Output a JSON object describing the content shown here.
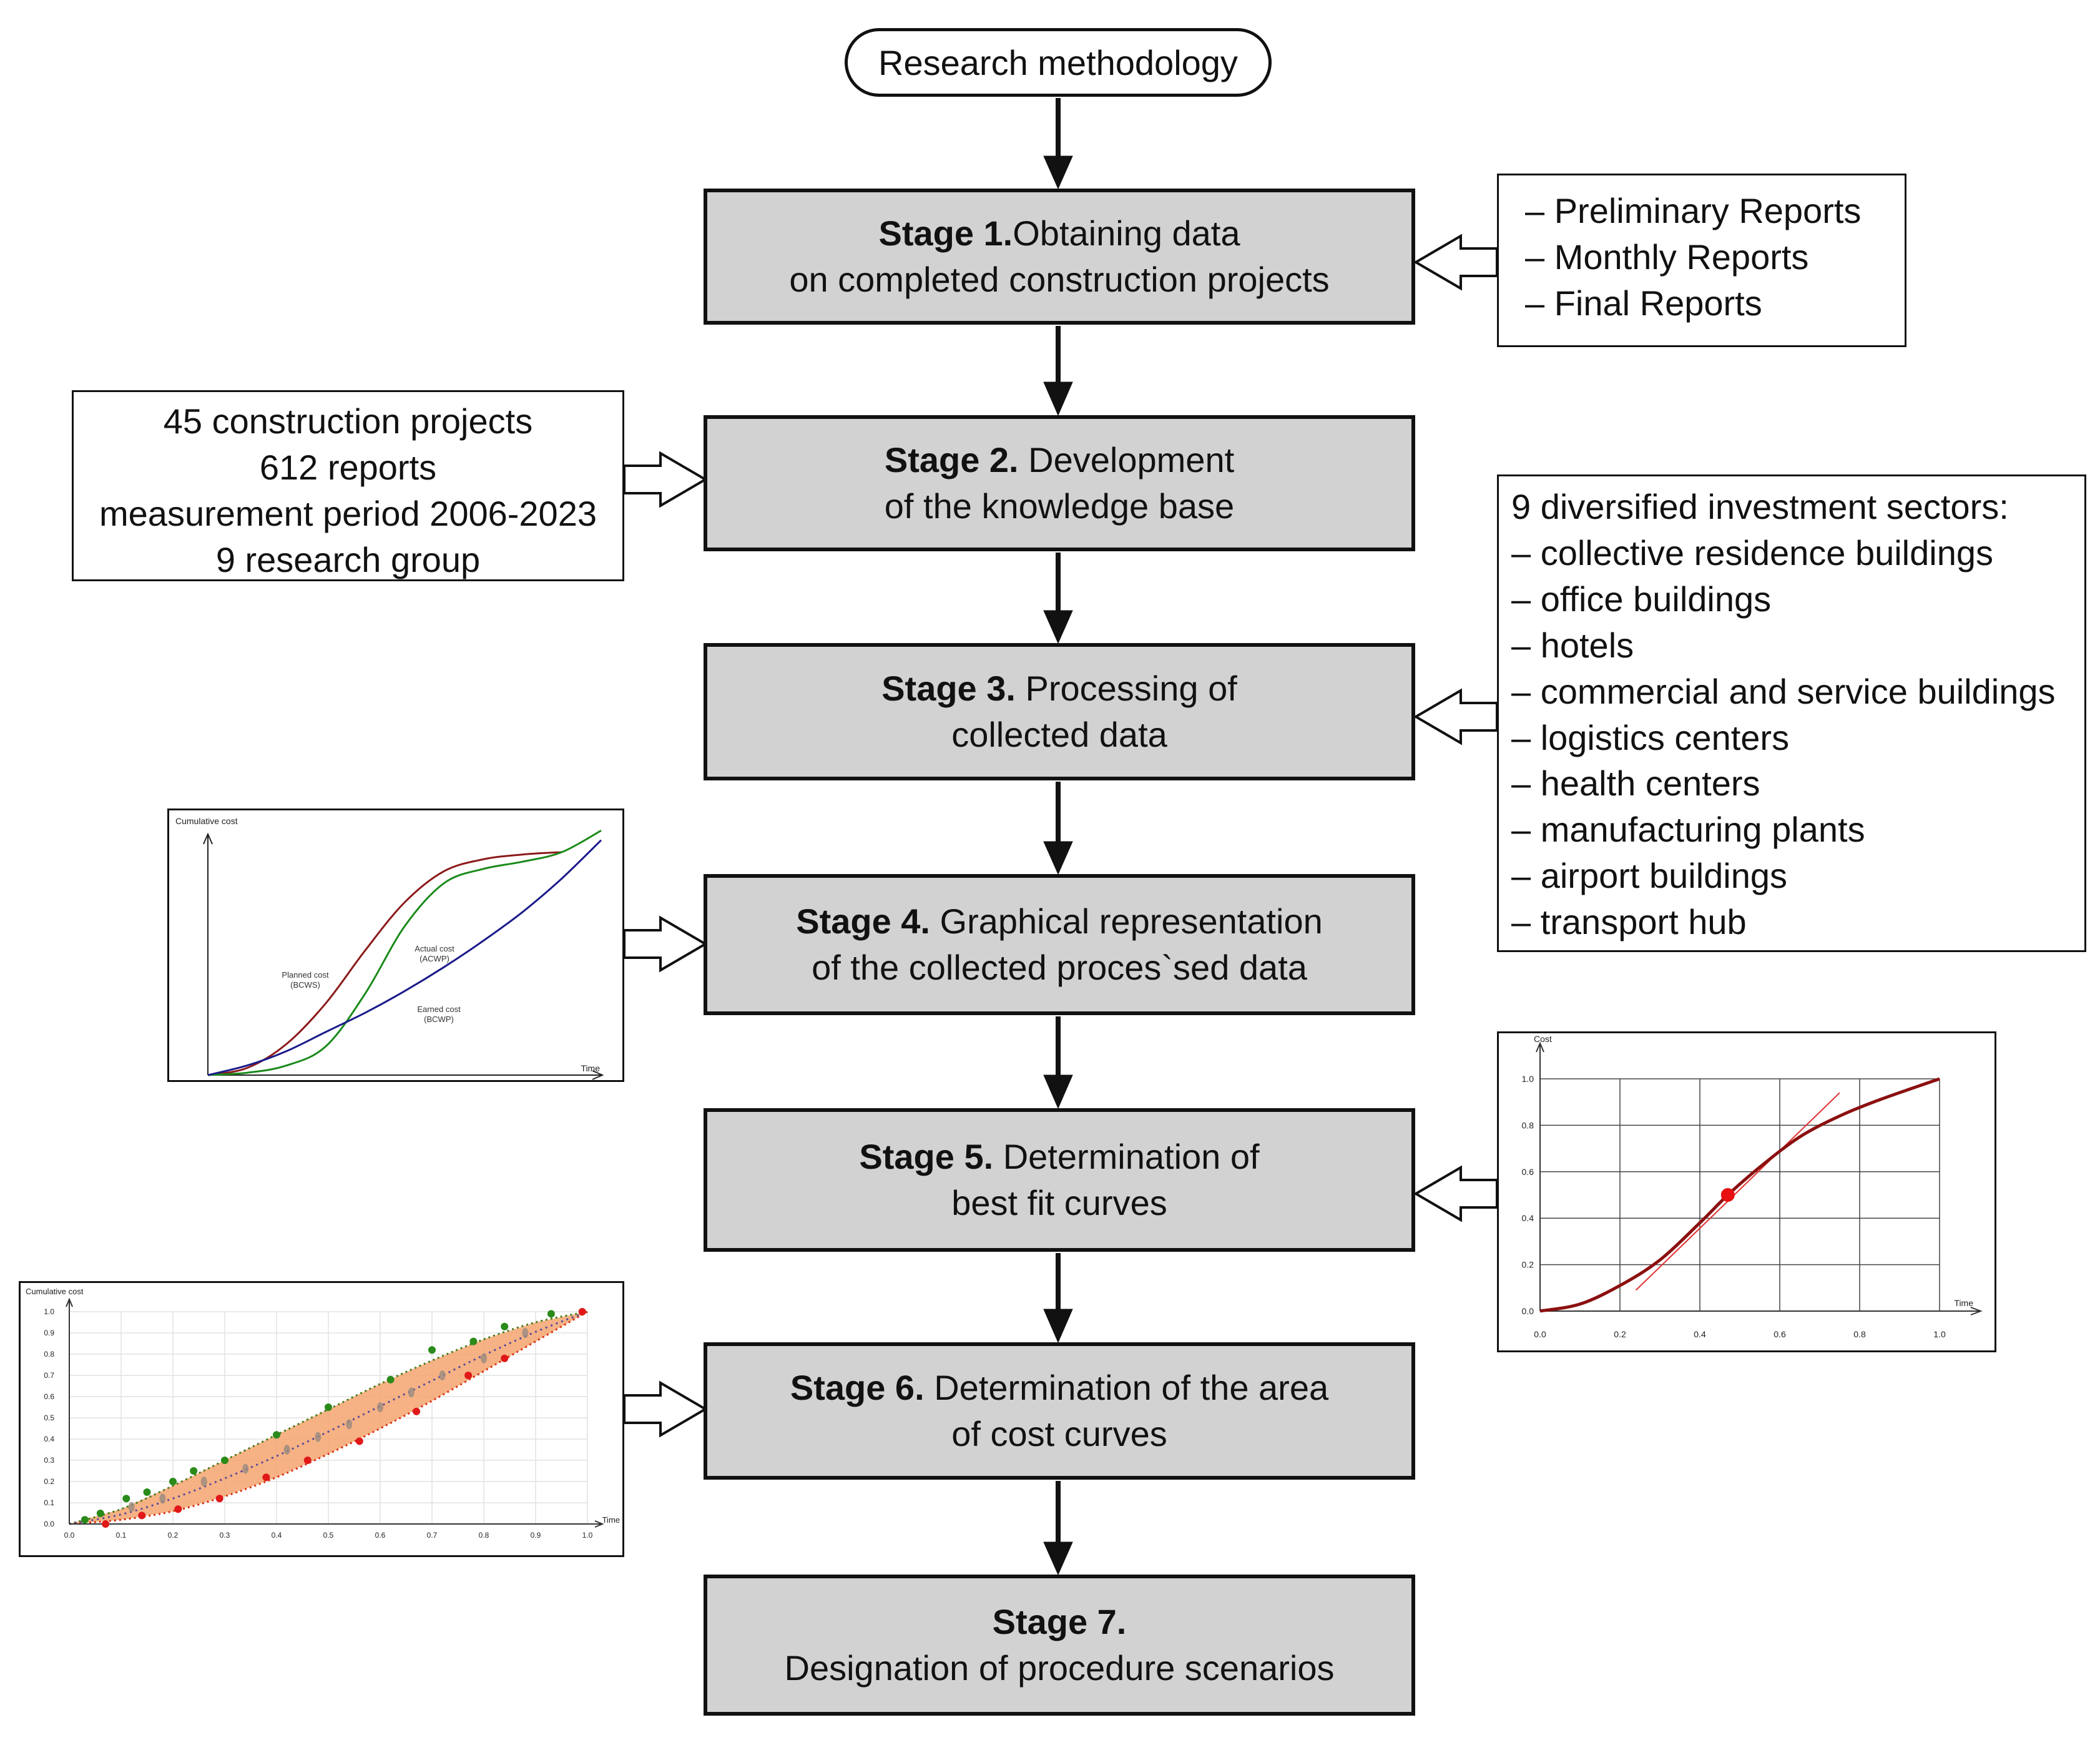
{
  "start": {
    "label": "Research methodology"
  },
  "stages": [
    {
      "title": "Stage 1.",
      "line1": "Obtaining data",
      "line2": "on completed construction projects"
    },
    {
      "title": "Stage 2.",
      "line1": " Development",
      "line2": "of the knowledge base"
    },
    {
      "title": "Stage 3.",
      "line1": " Processing of",
      "line2": "collected data"
    },
    {
      "title": "Stage 4.",
      "line1": " Graphical representation",
      "line2": "of the collected proces`sed data"
    },
    {
      "title": "Stage 5.",
      "line1": " Determination of",
      "line2": "best fit curves"
    },
    {
      "title": "Stage 6.",
      "line1": " Determination of the area",
      "line2": "of cost curves"
    },
    {
      "title": "Stage 7.",
      "line1": "",
      "line2": "Designation of procedure scenarios"
    }
  ],
  "reports_box": {
    "items": [
      "– Preliminary Reports",
      "– Monthly Reports",
      "– Final Reports"
    ]
  },
  "projects_box": {
    "items": [
      "45 construction projects",
      "612 reports",
      "measurement period 2006-2023",
      "9 research group"
    ]
  },
  "sectors_box": {
    "heading": "9 diversified investment sectors:",
    "items": [
      "– collective residence buildings",
      "– office buildings",
      "– hotels",
      "– commercial and service buildings",
      "– logistics centers",
      "– health centers",
      "– manufacturing plants",
      "– airport buildings",
      "– transport hub"
    ]
  },
  "chart_data": [
    {
      "type": "line",
      "ylabel": "Cumulative cost",
      "xlabel": "Time",
      "series": [
        {
          "name": "Planned cost (BCWS)",
          "color": "#8b1a1a",
          "x": [
            0,
            0.1,
            0.2,
            0.3,
            0.4,
            0.5,
            0.6,
            0.7,
            0.8,
            0.9
          ],
          "values": [
            0,
            0.03,
            0.13,
            0.3,
            0.52,
            0.72,
            0.85,
            0.9,
            0.92,
            0.93
          ]
        },
        {
          "name": "Actual cost (ACWP)",
          "color": "#1a8a1a",
          "x": [
            0,
            0.1,
            0.2,
            0.3,
            0.4,
            0.5,
            0.6,
            0.7,
            0.8,
            0.9,
            1.0
          ],
          "values": [
            0,
            0.01,
            0.04,
            0.12,
            0.34,
            0.62,
            0.8,
            0.86,
            0.89,
            0.93,
            1.02
          ]
        },
        {
          "name": "Earned cost (BCWP)",
          "color": "#1a1a8a",
          "x": [
            0,
            0.1,
            0.2,
            0.3,
            0.4,
            0.5,
            0.6,
            0.7,
            0.8,
            0.9,
            1.0
          ],
          "values": [
            0,
            0.04,
            0.1,
            0.18,
            0.26,
            0.35,
            0.45,
            0.56,
            0.68,
            0.82,
            0.98
          ]
        }
      ]
    },
    {
      "type": "line",
      "ylabel": "Cost",
      "xlabel": "Time",
      "xlim": [
        0,
        1
      ],
      "ylim": [
        0,
        1
      ],
      "xticks": [
        "0.0",
        "0.2",
        "0.4",
        "0.6",
        "0.8",
        "1.0"
      ],
      "yticks": [
        "0.0",
        "0.2",
        "0.4",
        "0.6",
        "0.8",
        "1.0"
      ],
      "grid": true,
      "series": [
        {
          "name": "",
          "color": "#8b1010",
          "x": [
            0,
            0.1,
            0.2,
            0.3,
            0.4,
            0.47,
            0.55,
            0.65,
            0.75,
            0.85,
            1.0
          ],
          "values": [
            0,
            0.03,
            0.11,
            0.22,
            0.38,
            0.5,
            0.62,
            0.75,
            0.84,
            0.91,
            1.0
          ]
        }
      ],
      "point": {
        "x": 0.47,
        "y": 0.5
      },
      "tangent": [
        [
          0.24,
          0.09
        ],
        [
          0.75,
          0.94
        ]
      ]
    },
    {
      "type": "scatter",
      "ylabel": "Cumulative cost",
      "xlabel": "Time",
      "xlim": [
        0,
        1
      ],
      "ylim": [
        0,
        1
      ],
      "xticks": [
        "0.0",
        "0.1",
        "0.2",
        "0.3",
        "0.4",
        "0.5",
        "0.6",
        "0.7",
        "0.8",
        "0.9",
        "1.0"
      ],
      "yticks": [
        "0.0",
        "0.1",
        "0.2",
        "0.3",
        "0.4",
        "0.5",
        "0.6",
        "0.7",
        "0.8",
        "0.9",
        "1.0"
      ],
      "grid": true,
      "upper": {
        "x": [
          0,
          0.1,
          0.2,
          0.3,
          0.4,
          0.5,
          0.6,
          0.7,
          0.8,
          0.9,
          1.0
        ],
        "values": [
          0,
          0.07,
          0.18,
          0.3,
          0.42,
          0.54,
          0.66,
          0.77,
          0.87,
          0.95,
          1.0
        ]
      },
      "lower": {
        "x": [
          0,
          0.1,
          0.2,
          0.3,
          0.4,
          0.5,
          0.6,
          0.7,
          0.8,
          0.9,
          1.0
        ],
        "values": [
          0,
          0.02,
          0.06,
          0.13,
          0.22,
          0.33,
          0.45,
          0.58,
          0.72,
          0.86,
          1.0
        ]
      },
      "middle": {
        "x": [
          0,
          0.1,
          0.2,
          0.3,
          0.4,
          0.5,
          0.6,
          0.7,
          0.8,
          0.9,
          1.0
        ],
        "values": [
          0,
          0.045,
          0.12,
          0.215,
          0.32,
          0.435,
          0.555,
          0.675,
          0.795,
          0.905,
          1.0
        ]
      },
      "green_points": {
        "x": [
          0.03,
          0.06,
          0.11,
          0.15,
          0.2,
          0.24,
          0.3,
          0.4,
          0.5,
          0.62,
          0.7,
          0.78,
          0.84,
          0.93
        ],
        "values": [
          0.02,
          0.05,
          0.12,
          0.15,
          0.2,
          0.25,
          0.3,
          0.42,
          0.55,
          0.68,
          0.82,
          0.86,
          0.93,
          0.99
        ]
      },
      "red_points": {
        "x": [
          0.07,
          0.14,
          0.21,
          0.29,
          0.38,
          0.46,
          0.56,
          0.67,
          0.77,
          0.84,
          0.99
        ],
        "values": [
          0.0,
          0.04,
          0.07,
          0.12,
          0.22,
          0.3,
          0.39,
          0.53,
          0.7,
          0.78,
          1.0
        ]
      },
      "grey_points": {
        "x": [
          0.12,
          0.18,
          0.26,
          0.34,
          0.42,
          0.48,
          0.54,
          0.6,
          0.66,
          0.72,
          0.8,
          0.88
        ],
        "values": [
          0.08,
          0.12,
          0.2,
          0.26,
          0.35,
          0.41,
          0.47,
          0.55,
          0.62,
          0.7,
          0.78,
          0.9
        ]
      }
    }
  ]
}
